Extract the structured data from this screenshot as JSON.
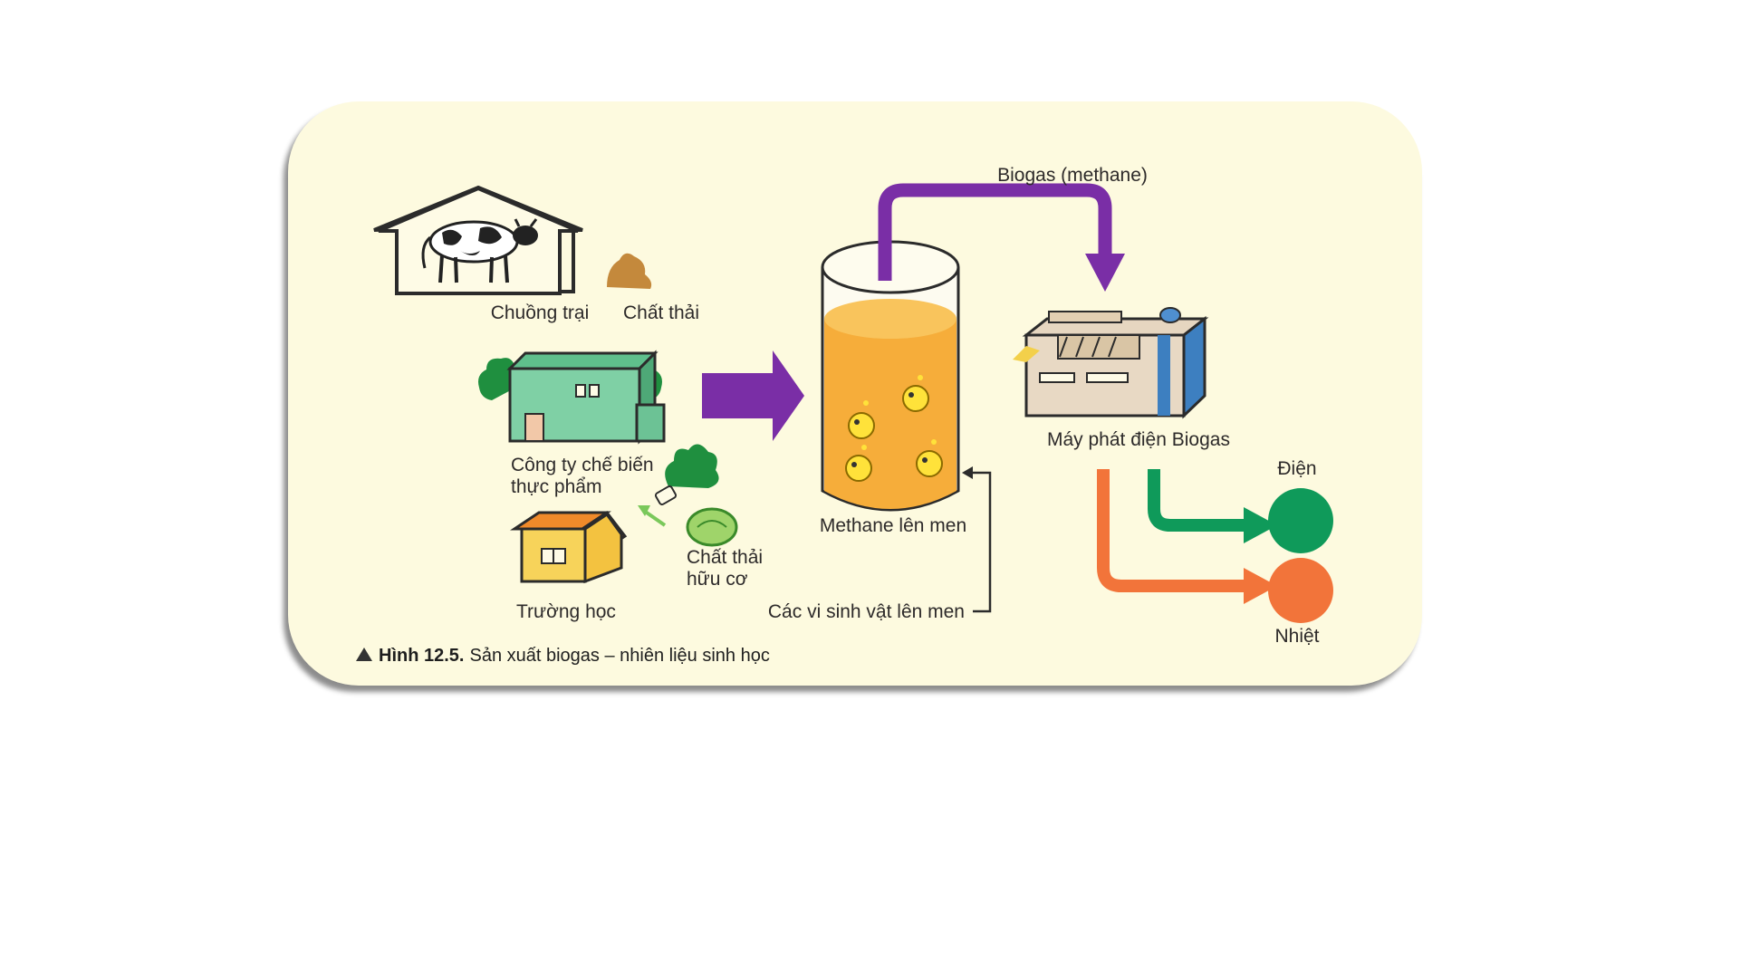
{
  "diagram": {
    "labels": {
      "biogas": "Biogas (methane)",
      "barn": "Chuồng trại",
      "waste": "Chất thải",
      "factory_line1": "Công ty chế biến",
      "factory_line2": "thực phẩm",
      "organic_waste_line1": "Chất thải",
      "organic_waste_line2": "hữu cơ",
      "school": "Trường học",
      "fermentation": "Methane lên men",
      "generator": "Máy phát điện Biogas",
      "electricity": "Điện",
      "heat": "Nhiệt",
      "microbes": "Các vi sinh vật lên men"
    },
    "caption": {
      "prefix": "Hình 12.5.",
      "text": "Sản xuất biogas – nhiên liệu sinh học"
    },
    "colors": {
      "card_background": "#fdfadf",
      "purple_arrow": "#7a2ea6",
      "green_output": "#0f9a5a",
      "orange_output": "#f2743a",
      "tank_liquid": "#f6ad3a",
      "factory": "#7fd0a5",
      "school_roof": "#f08a2a",
      "school_wall": "#f7d35a",
      "microbe": "#ffe23a"
    }
  }
}
